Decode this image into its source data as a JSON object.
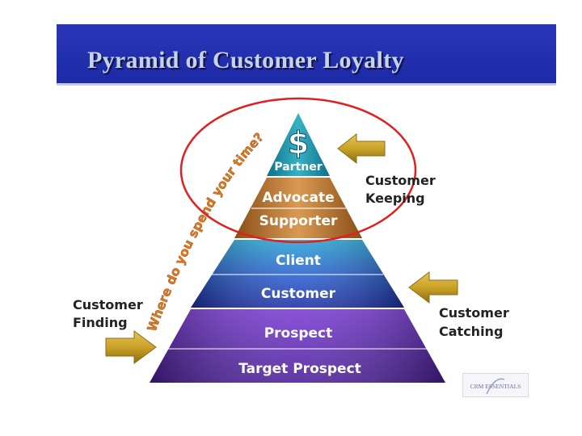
{
  "title": "Pyramid of Customer Loyalty",
  "pyramid": {
    "currency_symbol": "$",
    "levels": [
      "Partner",
      "Advocate",
      "Supporter",
      "Client",
      "Customer",
      "Prospect",
      "Target Prospect"
    ]
  },
  "side_labels": {
    "keeping": [
      "Customer",
      "Keeping"
    ],
    "catching": [
      "Customer",
      "Catching"
    ],
    "finding": [
      "Customer",
      "Finding"
    ]
  },
  "curved_question": "Where do you spend your time?",
  "logo_text": "CRM ESSENTIALS",
  "colors": {
    "title_bar": "#1d2aa6",
    "title_text": "#c7d2e6",
    "arrow_gold": "#c9a227",
    "circle": "#e02020",
    "tier_top": "#1f8fa6",
    "tier_orange": "#b8742c",
    "tier_blue": "#1e4fc0",
    "tier_purple": "#6a2cb0"
  },
  "icons": [
    "arrow-left-icon",
    "arrow-right-icon"
  ]
}
